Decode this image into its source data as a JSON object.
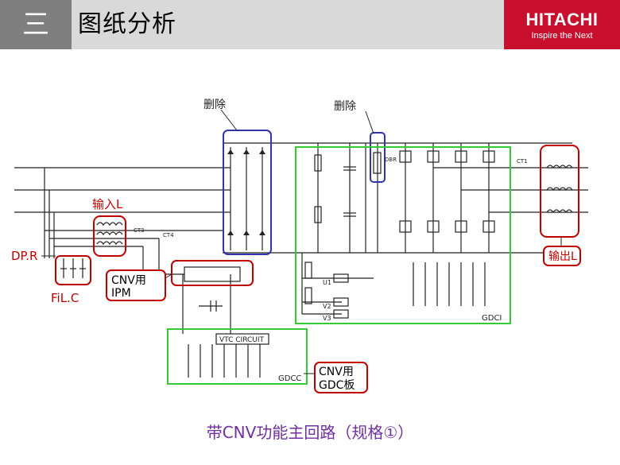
{
  "header": {
    "section_numeral": "三",
    "title": "图纸分析",
    "logo_brand": "HITACHI",
    "logo_slogan": "Inspire the Next"
  },
  "diagram": {
    "labels": {
      "delete_1": "删除",
      "delete_2": "删除",
      "input_l": "输入L",
      "output_l": "输出L",
      "dp_r": "DP.R",
      "fil_c": "FiL.C",
      "cnv_ipm_1": "CNV用",
      "cnv_ipm_2": "IPM",
      "cnv_gdc_1": "CNV用",
      "cnv_gdc_2": "GDC板",
      "vtc_circuit": "VTC CIRCUIT",
      "gdci": "GDCI",
      "gdcc": "GDCC",
      "ct3": "CT3",
      "ct4": "CT4",
      "ct1": "CT1",
      "dbr": "DBR",
      "u1": "U1",
      "v2": "V2",
      "v3": "V3"
    },
    "colors": {
      "red": "#c00000",
      "green": "#33cc33",
      "blue": "#3333aa",
      "line": "#222222"
    }
  },
  "caption": "带CNV功能主回路（规格①）"
}
